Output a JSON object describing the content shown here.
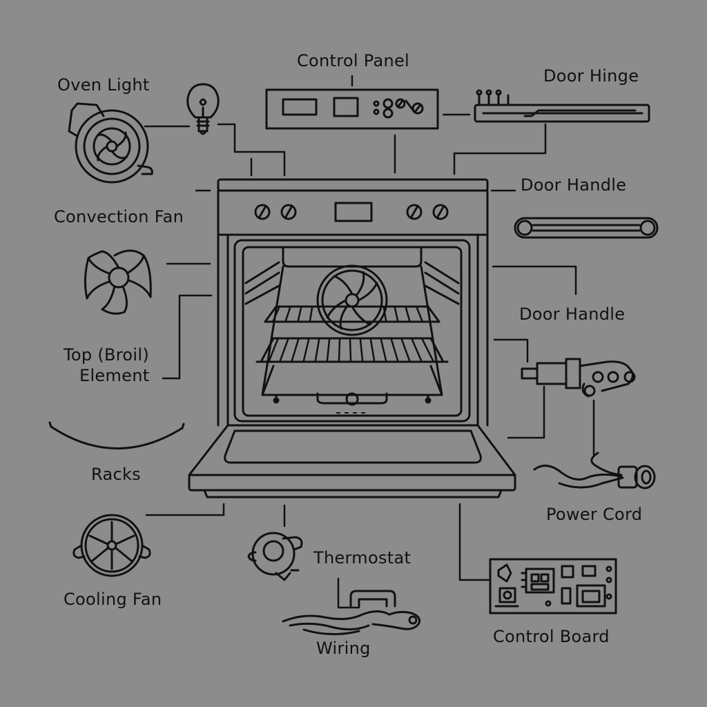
{
  "labels": {
    "oven_light": "Oven Light",
    "control_panel": "Control Panel",
    "door_hinge": "Door Hinge",
    "door_handle_top": "Door Handle",
    "convection_fan": "Convection Fan",
    "door_handle_mid": "Door  Handle",
    "top_broil_element_line1": "Top (Broil)",
    "top_broil_element_line2": "Element",
    "racks": "Racks",
    "power_cord": "Power  Cord",
    "cooling_fan": "Cooling Fan",
    "thermostat": "Thermostat",
    "control_board": "Control Board",
    "wiring": "Wiring"
  },
  "colors": {
    "background": "#8c8c8c",
    "ink": "#111111"
  }
}
